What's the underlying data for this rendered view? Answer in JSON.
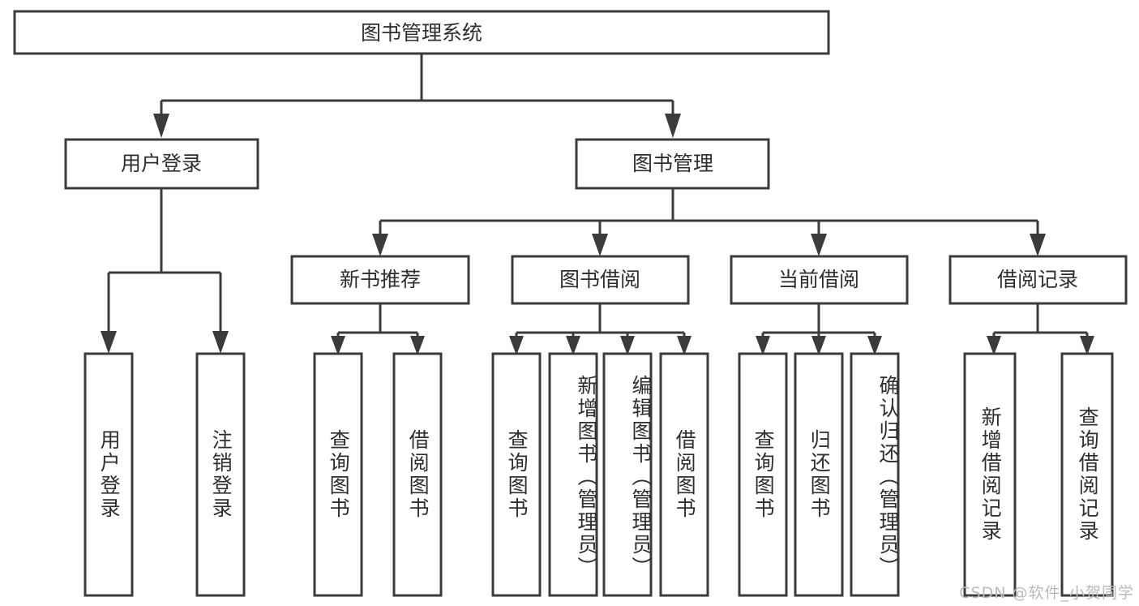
{
  "diagram": {
    "type": "tree",
    "title": "图书管理系统",
    "orientation": "top-down",
    "colors": {
      "background": "#ffffff",
      "box_stroke": "#3b3b3b",
      "box_fill": "#ffffff",
      "text": "#2e2e2e",
      "connector": "#3b3b3b",
      "watermark": "#b9b9b9"
    },
    "root": {
      "id": "root",
      "label": "图书管理系统",
      "orientation": "horizontal"
    },
    "level2": [
      {
        "id": "user-login",
        "label": "用户登录",
        "orientation": "horizontal"
      },
      {
        "id": "book-manage",
        "label": "图书管理",
        "orientation": "horizontal"
      }
    ],
    "level3": [
      {
        "id": "new-book-recommend",
        "label": "新书推荐",
        "parent": "book-manage",
        "orientation": "horizontal"
      },
      {
        "id": "book-borrow",
        "label": "图书借阅",
        "parent": "book-manage",
        "orientation": "horizontal"
      },
      {
        "id": "current-borrow",
        "label": "当前借阅",
        "parent": "book-manage",
        "orientation": "horizontal"
      },
      {
        "id": "borrow-record",
        "label": "借阅记录",
        "parent": "book-manage",
        "orientation": "horizontal"
      }
    ],
    "leaves": [
      {
        "id": "leaf-user-login",
        "label": "用户登录",
        "parent": "user-login",
        "orientation": "vertical"
      },
      {
        "id": "leaf-logout",
        "label": "注销登录",
        "parent": "user-login",
        "orientation": "vertical"
      },
      {
        "id": "leaf-query-book-1",
        "label": "查询图书",
        "parent": "new-book-recommend",
        "orientation": "vertical"
      },
      {
        "id": "leaf-borrow-book-1",
        "label": "借阅图书",
        "parent": "new-book-recommend",
        "orientation": "vertical"
      },
      {
        "id": "leaf-query-book-2",
        "label": "查询图书",
        "parent": "book-borrow",
        "orientation": "vertical"
      },
      {
        "id": "leaf-add-book",
        "label": "新增图书（管理员）",
        "parent": "book-borrow",
        "orientation": "vertical"
      },
      {
        "id": "leaf-edit-book",
        "label": "编辑图书（管理员）",
        "parent": "book-borrow",
        "orientation": "vertical"
      },
      {
        "id": "leaf-borrow-book-2",
        "label": "借阅图书",
        "parent": "book-borrow",
        "orientation": "vertical"
      },
      {
        "id": "leaf-query-book-3",
        "label": "查询图书",
        "parent": "current-borrow",
        "orientation": "vertical"
      },
      {
        "id": "leaf-return-book",
        "label": "归还图书",
        "parent": "current-borrow",
        "orientation": "vertical"
      },
      {
        "id": "leaf-confirm-return",
        "label": "确认归还（管理员）",
        "parent": "current-borrow",
        "orientation": "vertical"
      },
      {
        "id": "leaf-add-record",
        "label": "新增借阅记录",
        "parent": "borrow-record",
        "orientation": "vertical"
      },
      {
        "id": "leaf-query-record",
        "label": "查询借阅记录",
        "parent": "borrow-record",
        "orientation": "vertical"
      }
    ],
    "watermark": "CSDN @软件_小贺同学"
  }
}
